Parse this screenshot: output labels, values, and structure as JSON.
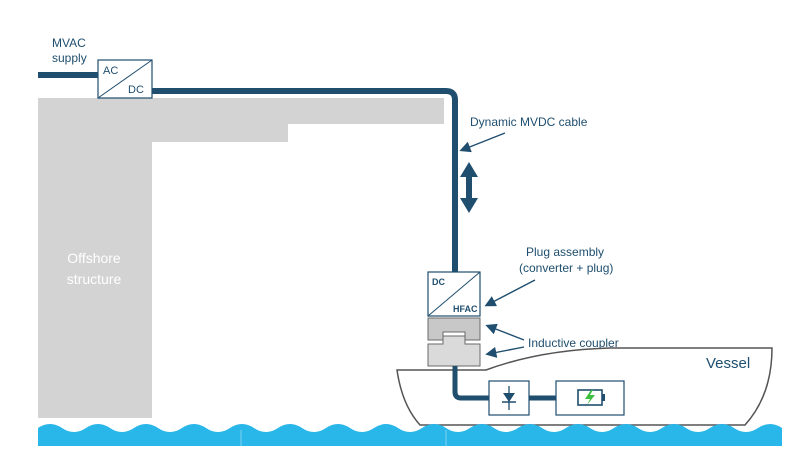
{
  "labels": {
    "mvac_line1": "MVAC",
    "mvac_line2": "supply",
    "ac": "AC",
    "dc": "DC",
    "dynamic_cable": "Dynamic MVDC cable",
    "offshore_line1": "Offshore",
    "offshore_line2": "structure",
    "plug_line1": "Plug assembly",
    "plug_line2": "(converter + plug)",
    "conv_dc": "DC",
    "conv_hfac": "HFAC",
    "inductive_coupler": "Inductive coupler",
    "vessel": "Vessel"
  },
  "colors": {
    "cable": "#1f4e6e",
    "structure": "#d3d3d3",
    "water": "#29b6e8",
    "label": "#1f4e6e",
    "battery_bolt": "#3fbf3f"
  },
  "icons": {
    "rectifier": "diode-icon",
    "battery": "battery-charging-icon",
    "motion": "double-arrow-vertical-icon"
  }
}
